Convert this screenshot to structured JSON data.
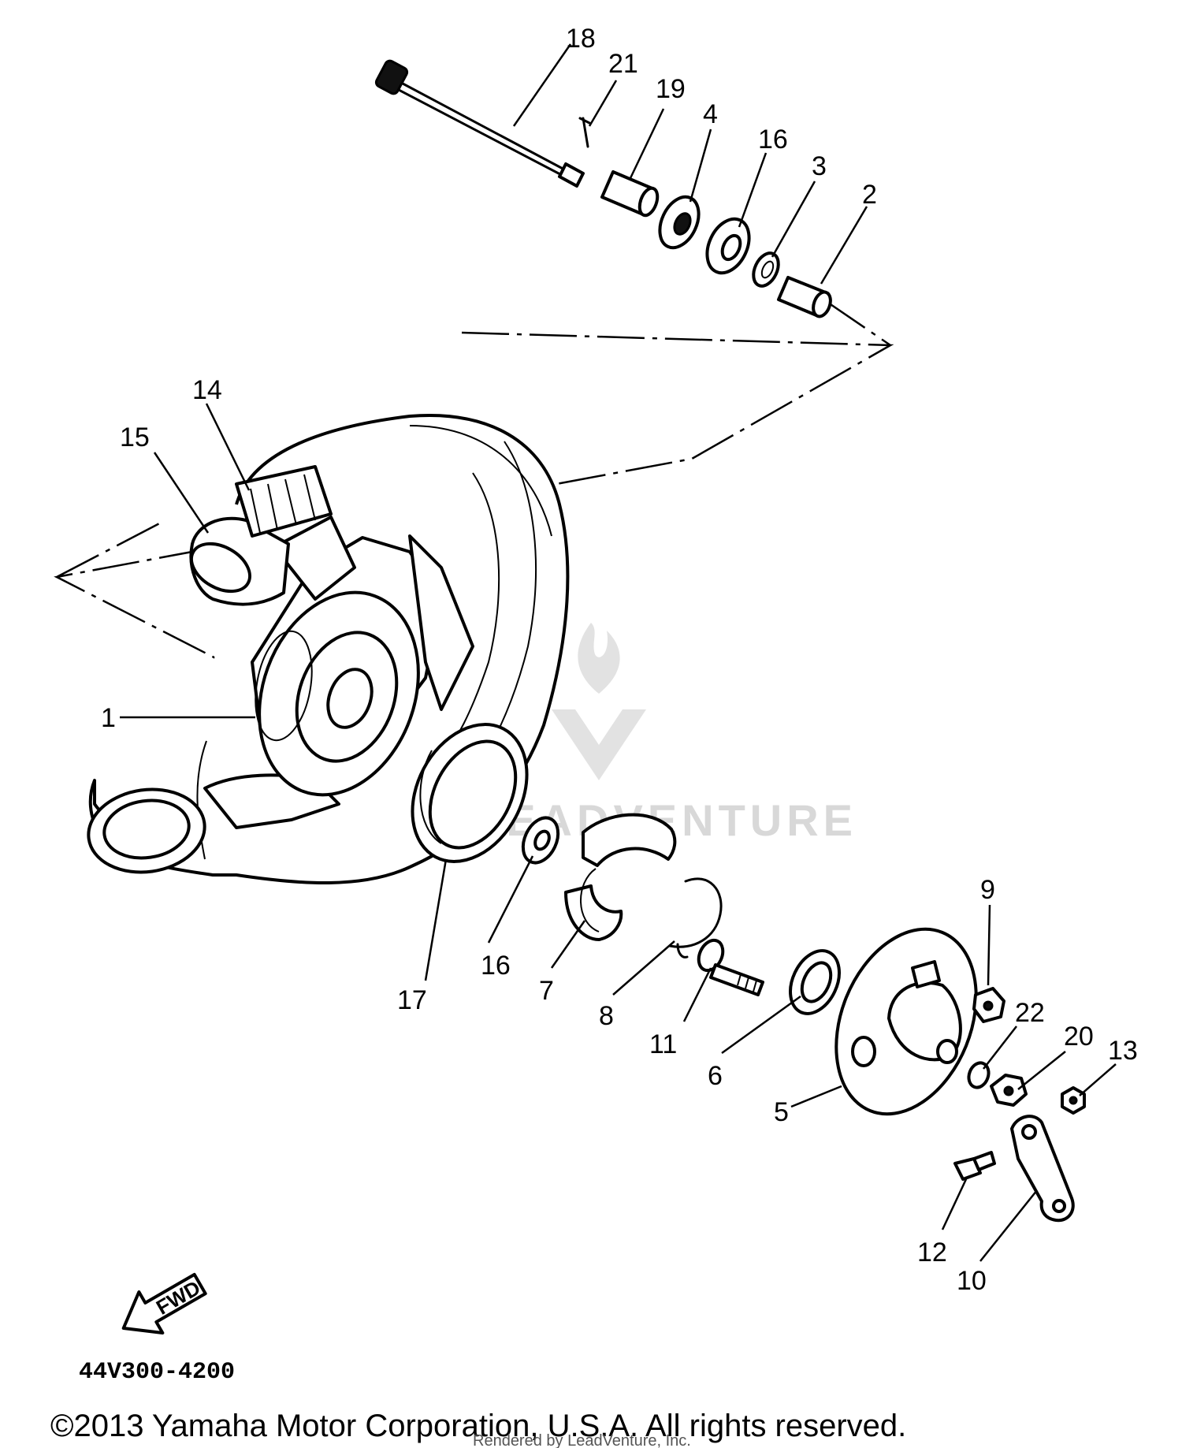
{
  "diagram": {
    "callouts": [
      {
        "id": "1",
        "label": "1"
      },
      {
        "id": "2",
        "label": "2"
      },
      {
        "id": "3",
        "label": "3"
      },
      {
        "id": "4",
        "label": "4"
      },
      {
        "id": "5",
        "label": "5"
      },
      {
        "id": "6",
        "label": "6"
      },
      {
        "id": "7",
        "label": "7"
      },
      {
        "id": "8",
        "label": "8"
      },
      {
        "id": "9",
        "label": "9"
      },
      {
        "id": "10",
        "label": "10"
      },
      {
        "id": "11",
        "label": "11"
      },
      {
        "id": "12",
        "label": "12"
      },
      {
        "id": "13",
        "label": "13"
      },
      {
        "id": "14",
        "label": "14"
      },
      {
        "id": "15",
        "label": "15"
      },
      {
        "id": "16a",
        "label": "16"
      },
      {
        "id": "16b",
        "label": "16"
      },
      {
        "id": "17",
        "label": "17"
      },
      {
        "id": "18",
        "label": "18"
      },
      {
        "id": "19",
        "label": "19"
      },
      {
        "id": "20",
        "label": "20"
      },
      {
        "id": "21",
        "label": "21"
      },
      {
        "id": "22",
        "label": "22"
      }
    ],
    "fwd_label": "FWD",
    "drawing_number": "44V300-4200",
    "watermark": "LEADVENTURE"
  },
  "footer": {
    "copyright": "©2013 Yamaha Motor Corporation, U.S.A. All rights reserved.",
    "rendered_by": "Rendered by LeadVenture, Inc."
  }
}
